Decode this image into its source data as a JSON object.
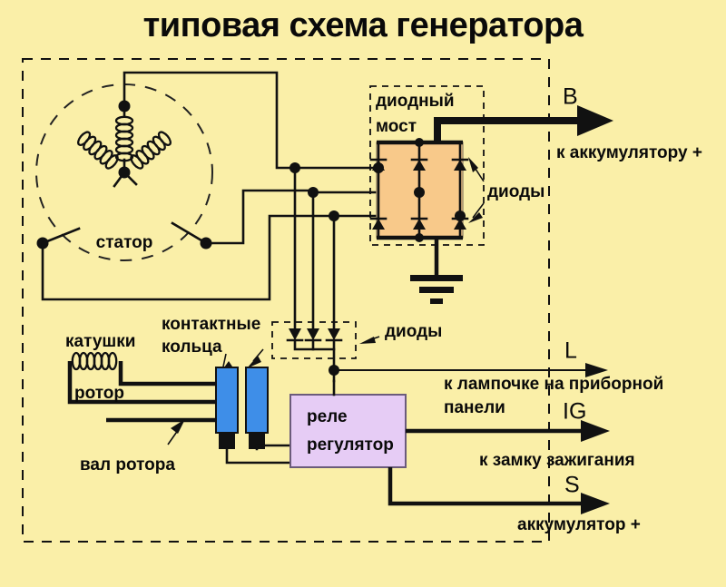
{
  "title": "типовая схема генератора",
  "colors": {
    "background": "#FAEFA8",
    "bridge_fill": "#F8C98A",
    "slip_ring": "#3E8EE8",
    "regulator_fill": "#E6CCF5",
    "wire": "#111111",
    "text": "#0A0A0A"
  },
  "labels": {
    "stator": "статор",
    "diode_bridge_line1": "диодный",
    "diode_bridge_line2": "мост",
    "diodes_bridge": "диоды",
    "diodes_trio": "диоды",
    "contact_rings_line1": "контактные",
    "contact_rings_line2": "кольца",
    "coils": "катушки",
    "rotor": "ротор",
    "rotor_shaft": "вал ротора",
    "relay_line1": "реле",
    "relay_line2": "регулятор"
  },
  "terminals": [
    {
      "id": "B",
      "letter": "B",
      "description": "к аккумулятору +",
      "arrow": "thick"
    },
    {
      "id": "L",
      "letter": "L",
      "description_line1": "к лампочке на приборной",
      "description_line2": "панели",
      "arrow": "thin"
    },
    {
      "id": "IG",
      "letter": "IG",
      "description": "к замку зажигания",
      "arrow": "thick"
    },
    {
      "id": "S",
      "letter": "S",
      "description": "аккумулятор +",
      "arrow": "thick"
    }
  ],
  "components": {
    "stator_coils": 3,
    "bridge_diodes": 6,
    "trio_diodes": 3,
    "slip_rings": 2,
    "brushes": 2,
    "ground_symbol": "ground-earth"
  },
  "icons": {
    "ground": "ground-icon",
    "diode": "diode-icon",
    "coil": "coil-icon",
    "arrowhead": "arrowhead-icon"
  }
}
